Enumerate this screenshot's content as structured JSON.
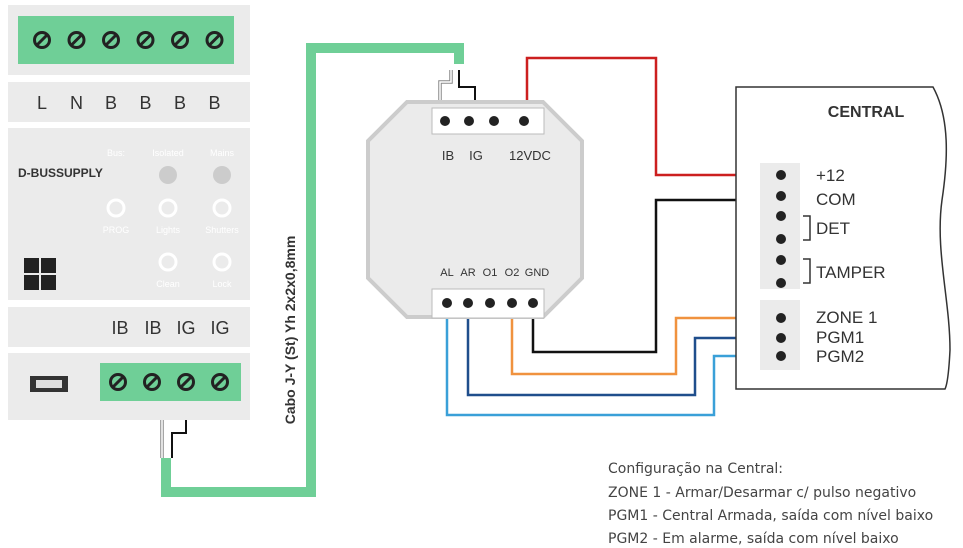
{
  "supply": {
    "top_labels": [
      "L",
      "N",
      "B",
      "B",
      "B",
      "B"
    ],
    "model": "D-BUSSUPPLY",
    "status_labels": [
      "Bus:",
      "Isolated",
      "Mains"
    ],
    "row1_labels": [
      "PROG",
      "Lights",
      "Shutters"
    ],
    "row2_labels": [
      "Clean",
      "Lock"
    ],
    "bottom_labels": [
      "IB",
      "IB",
      "IG",
      "IG"
    ]
  },
  "cable_label": "Cabo J-Y (St) Yh 2x2x0,8mm",
  "module": {
    "top_pins": [
      "IB",
      "IG",
      "12VDC"
    ],
    "bottom_pins": [
      "AL",
      "AR",
      "O1",
      "O2",
      "GND"
    ]
  },
  "central": {
    "title": "CENTRAL",
    "terminals": [
      "+12",
      "COM",
      "DET",
      "TAMPER",
      "ZONE 1",
      "PGM1",
      "PGM2"
    ]
  },
  "config": {
    "title": "Configuração na Central:",
    "lines": [
      "ZONE 1 - Armar/Desarmar c/ pulso negativo",
      "PGM1 - Central Armada, saída com nível baixo",
      "PGM2 - Em alarme, saída com nível baixo"
    ]
  },
  "colors": {
    "green": "#6fcf97",
    "red": "#cc1f1f",
    "orange": "#f0923e",
    "darkblue": "#1f4e8c",
    "lightblue": "#3aa0d8",
    "panel": "#ebebeb"
  }
}
